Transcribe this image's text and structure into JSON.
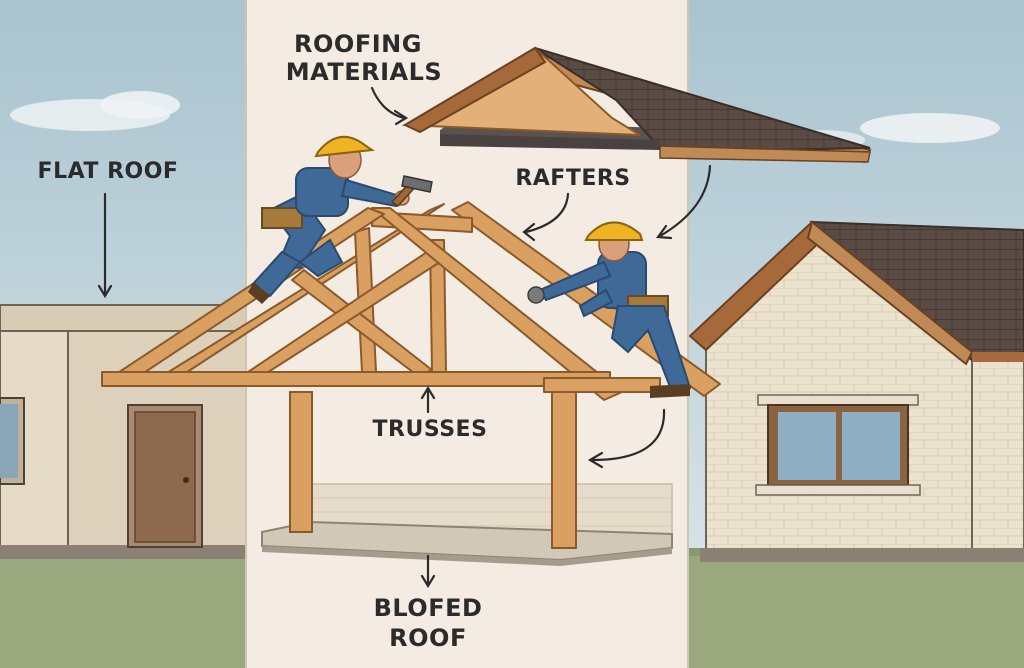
{
  "labels": {
    "flat_roof": "FLAT ROOF",
    "roofing_materials_line1": "ROOFING",
    "roofing_materials_line2": "MATERIALS",
    "rafters": "RAFTERS",
    "trusses": "TRUSSES",
    "gabled_roof_line1": "BLOFED",
    "gabled_roof_line2": "ROOF"
  },
  "colors": {
    "sky": "#cfdde4",
    "center_panel": "#f4ece2",
    "timber": "#d9a062",
    "timber_outline": "#8a5a2b",
    "shingles": "#5a4b45",
    "wall_cream": "#ece3cf",
    "grass": "#9aa87e",
    "hard_hat": "#f0b323",
    "worker_blue": "#3f6a98",
    "text": "#2b2b2b"
  },
  "icons": [
    "hammer-icon",
    "hard-hat-icon",
    "door-icon",
    "window-icon",
    "arrow-icon"
  ]
}
